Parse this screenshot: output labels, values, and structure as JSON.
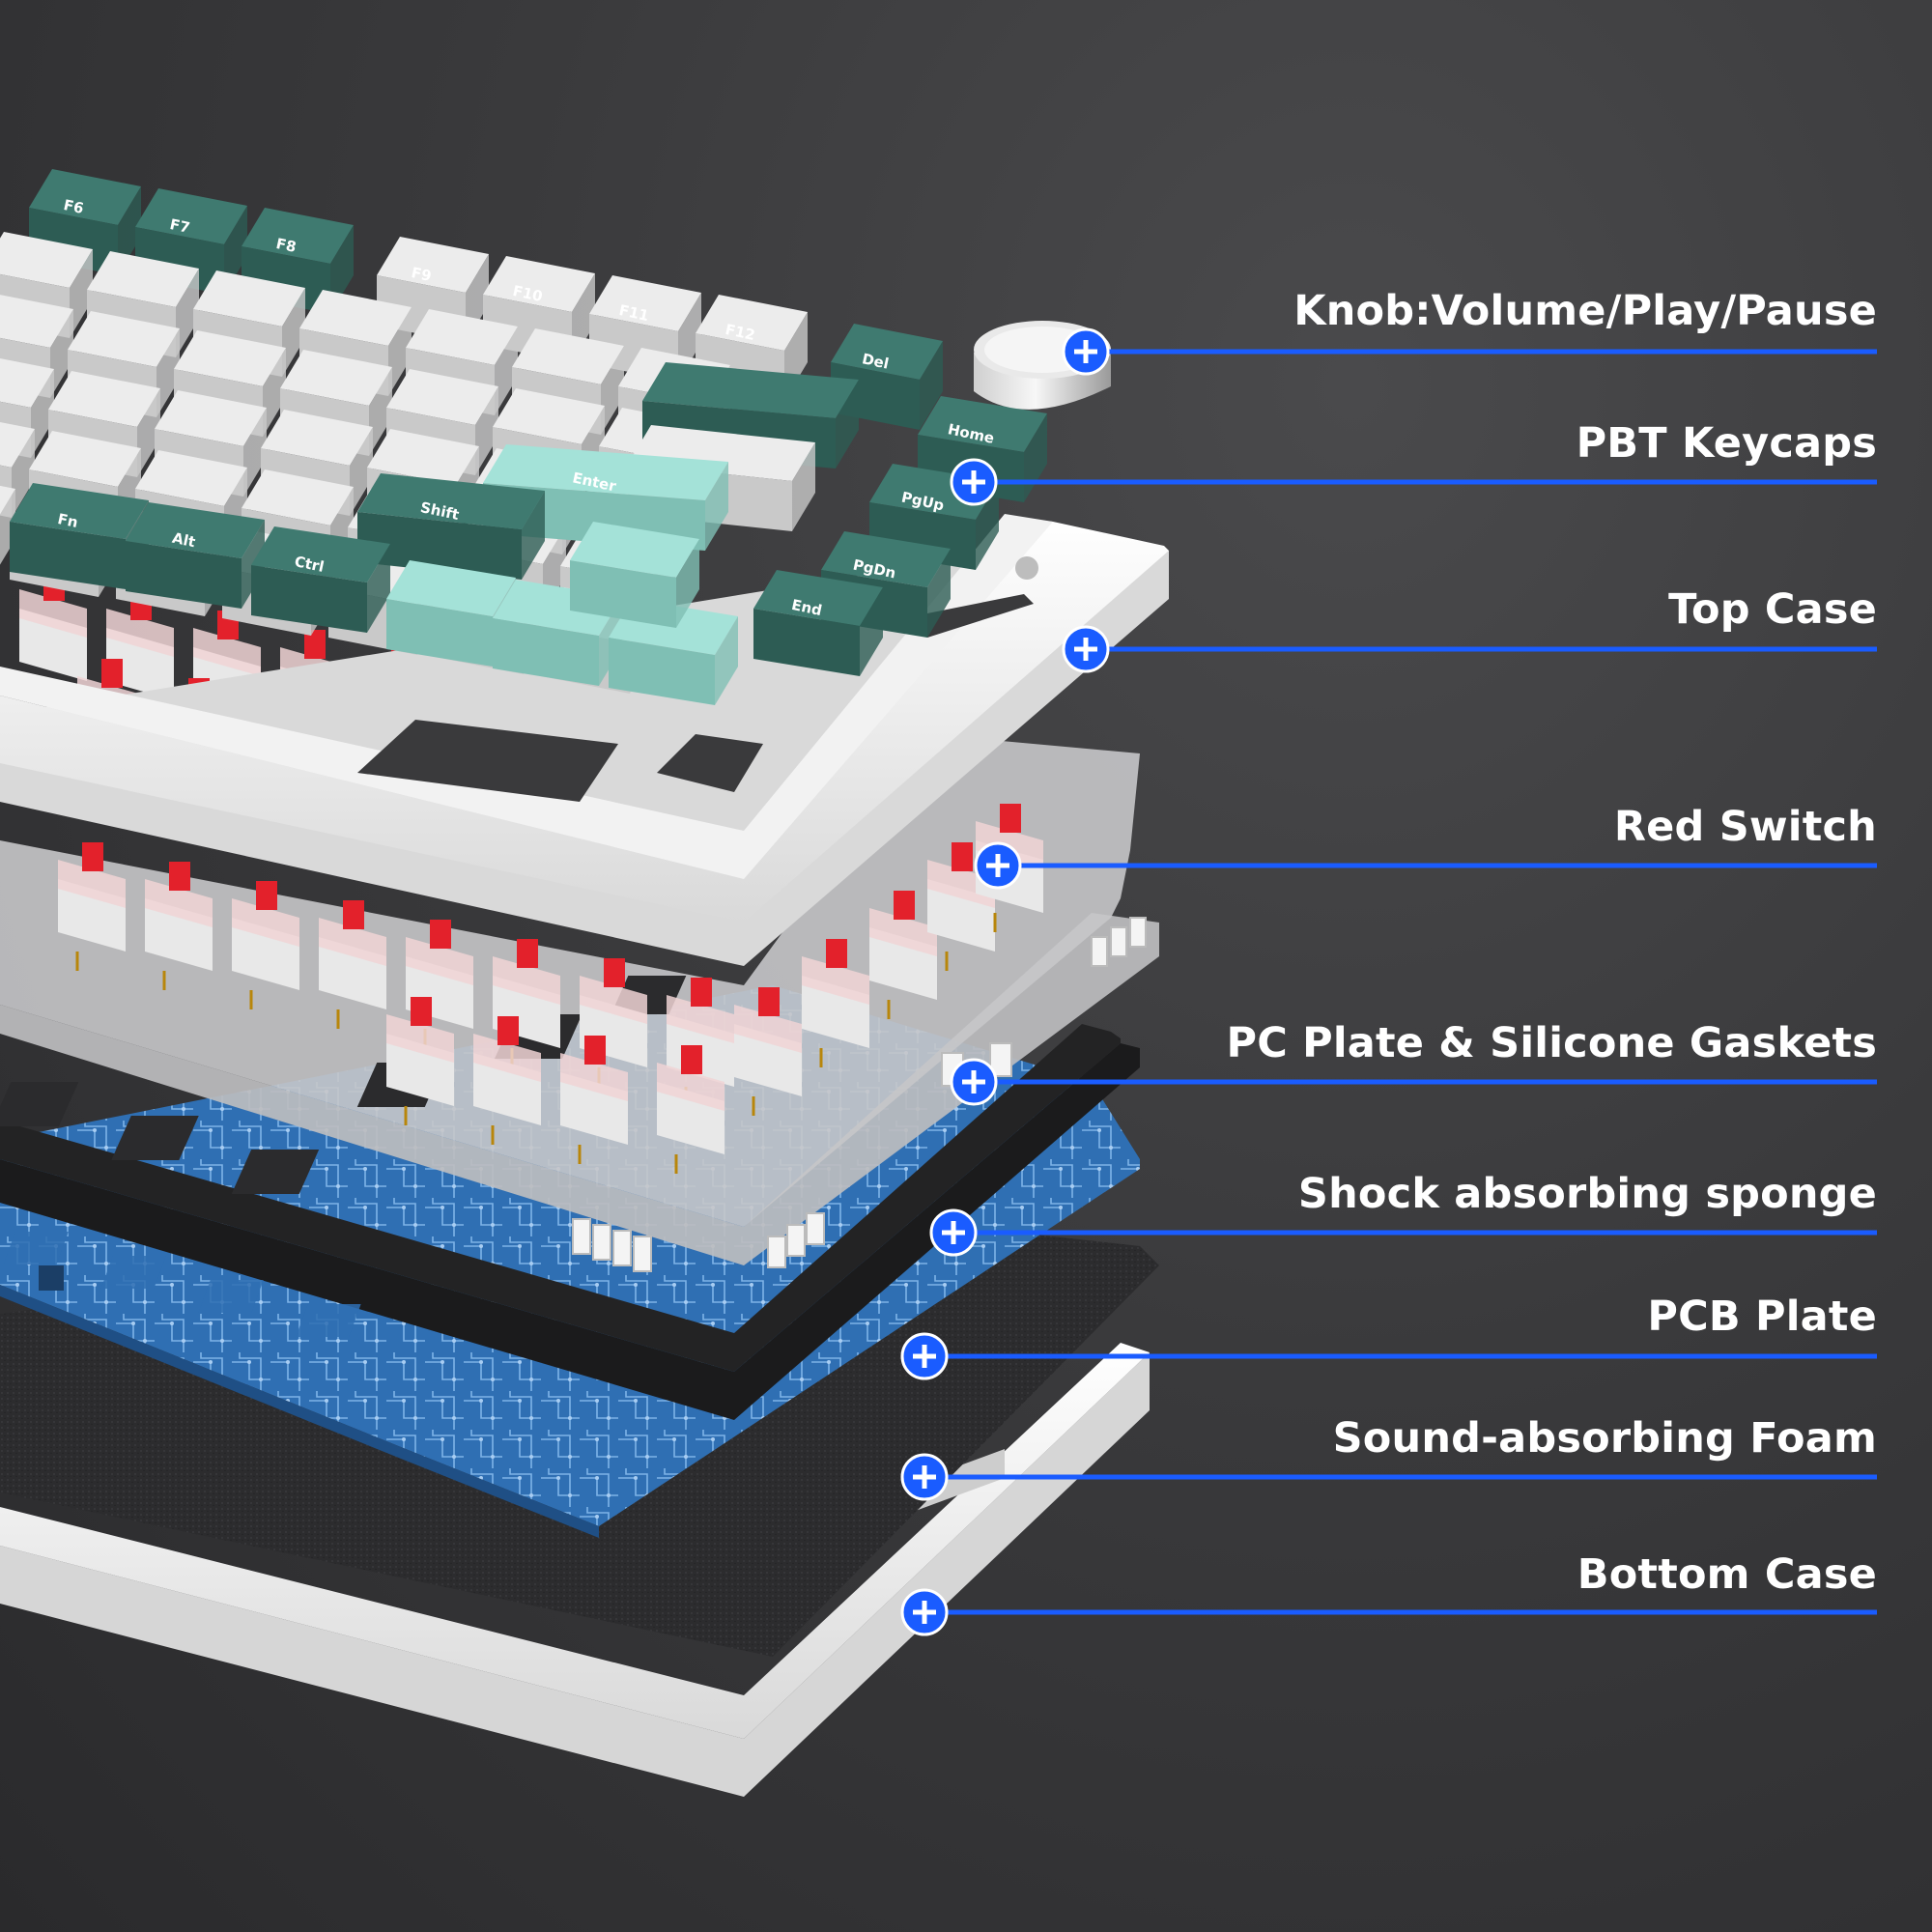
{
  "colors": {
    "background": "#3a3a3c",
    "callout_blue": "#1a5cff",
    "keycap_white": "#ececec",
    "keycap_dark_green": "#3f7a70",
    "keycap_mint": "#a4e2d8",
    "switch_red": "#e3212b",
    "pcb_blue": "#2f6fb3",
    "case_white": "#f1f1f1"
  },
  "keycap_legends": [
    "F6",
    "F7",
    "F8",
    "F9",
    "F10",
    "F11",
    "F12",
    "Del",
    "Home",
    "PgUp",
    "PgDn",
    "End",
    "Enter",
    "Shift",
    "Ctrl",
    "Alt",
    "Fn"
  ],
  "callouts": [
    {
      "label": "Knob:Volume/Play/Pause",
      "icon": "plus-icon"
    },
    {
      "label": "PBT Keycaps",
      "icon": "plus-icon"
    },
    {
      "label": "Top Case",
      "icon": "plus-icon"
    },
    {
      "label": "Red Switch",
      "icon": "plus-icon"
    },
    {
      "label": "PC Plate & Silicone Gaskets",
      "icon": "plus-icon"
    },
    {
      "label": "Shock absorbing sponge",
      "icon": "plus-icon"
    },
    {
      "label": "PCB Plate",
      "icon": "plus-icon"
    },
    {
      "label": "Sound-absorbing Foam",
      "icon": "plus-icon"
    },
    {
      "label": "Bottom Case",
      "icon": "plus-icon"
    }
  ]
}
